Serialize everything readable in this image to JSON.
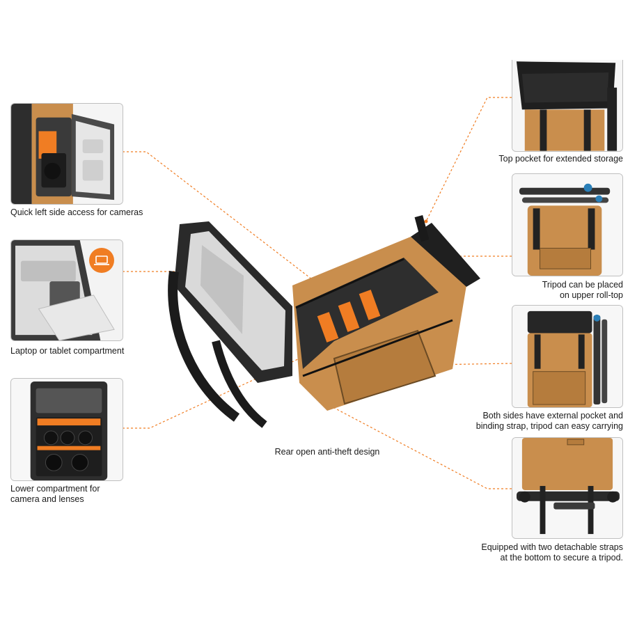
{
  "colors": {
    "accent": "#f07d23",
    "bag_tan": "#c98e4d",
    "bag_dark": "#2b2b2b",
    "frame_border": "#bfbfbf",
    "leader_line": "#f07d23"
  },
  "icons": {
    "laptop_badge": "laptop-icon"
  },
  "features": {
    "left_side_access": {
      "caption": "Quick left side access for cameras"
    },
    "laptop": {
      "caption": "Laptop or tablet compartment"
    },
    "lower_compartment": {
      "caption_line1": "Lower compartment for",
      "caption_line2": "camera and lenses"
    },
    "rear_open": {
      "caption": "Rear open anti-theft design"
    },
    "top_pocket": {
      "caption": "Top pocket for extended storage"
    },
    "tripod_top": {
      "caption_line1": "Tripod can be placed",
      "caption_line2": "on upper roll-top"
    },
    "side_pockets": {
      "caption_line1": "Both sides have external pocket and",
      "caption_line2": "binding strap, tripod can easy carrying"
    },
    "bottom_straps": {
      "caption_line1": "Equipped with two detachable straps",
      "caption_line2": "at the bottom to secure a tripod."
    }
  }
}
